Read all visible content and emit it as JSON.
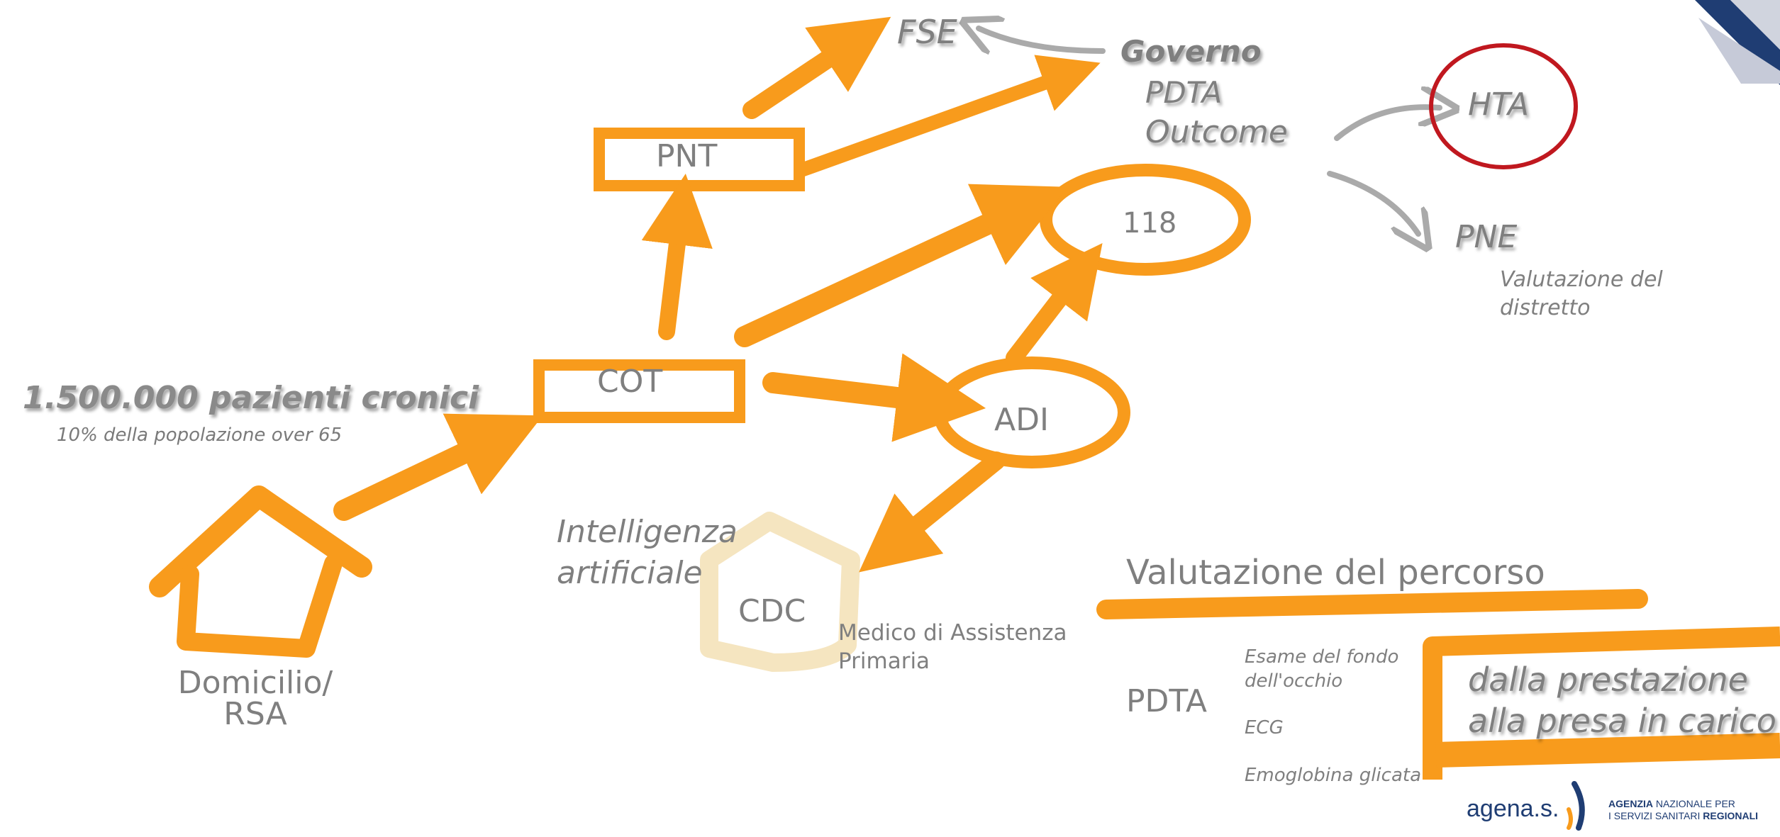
{
  "colors": {
    "orange": "#f89b1c",
    "gray_text": "#7f7f7f",
    "gray_arrow": "#aaaaaa",
    "red_circle": "#c0181f",
    "cdc_beige": "#f5e5c0",
    "navy": "#1f3d73"
  },
  "nodes": {
    "patients": {
      "title": "1.500.000 pazienti cronici",
      "subtitle": "10% della popolazione over 65"
    },
    "home": {
      "label": "Domicilio/\nRSA"
    },
    "cot": "COT",
    "pnt": "PNT",
    "fse": "FSE",
    "n118": "118",
    "adi": "ADI",
    "cdc": "CDC",
    "ai": "Intelligenza\nartificiale",
    "map": "Medico di Assistenza\nPrimaria",
    "governo": {
      "title": "Governo",
      "items": [
        "PDTA",
        "Outcome"
      ]
    },
    "hta": "HTA",
    "pne": {
      "title": "PNE",
      "subtitle": "Valutazione del\ndistretto"
    }
  },
  "percorso": {
    "title": "Valutazione del percorso",
    "pdta_label": "PDTA",
    "exams": [
      "Esame del fondo\ndell'occhio",
      "ECG",
      "Emoglobina glicata"
    ],
    "highlight": "dalla prestazione\nalla presa in carico"
  },
  "logo": {
    "wordmark": "agena.s.",
    "line1_bold": "AGENZIA",
    "line1_rest": " NAZIONALE PER",
    "line2_rest": "I SERVIZI SANITARI ",
    "line2_bold": "REGIONALI"
  }
}
